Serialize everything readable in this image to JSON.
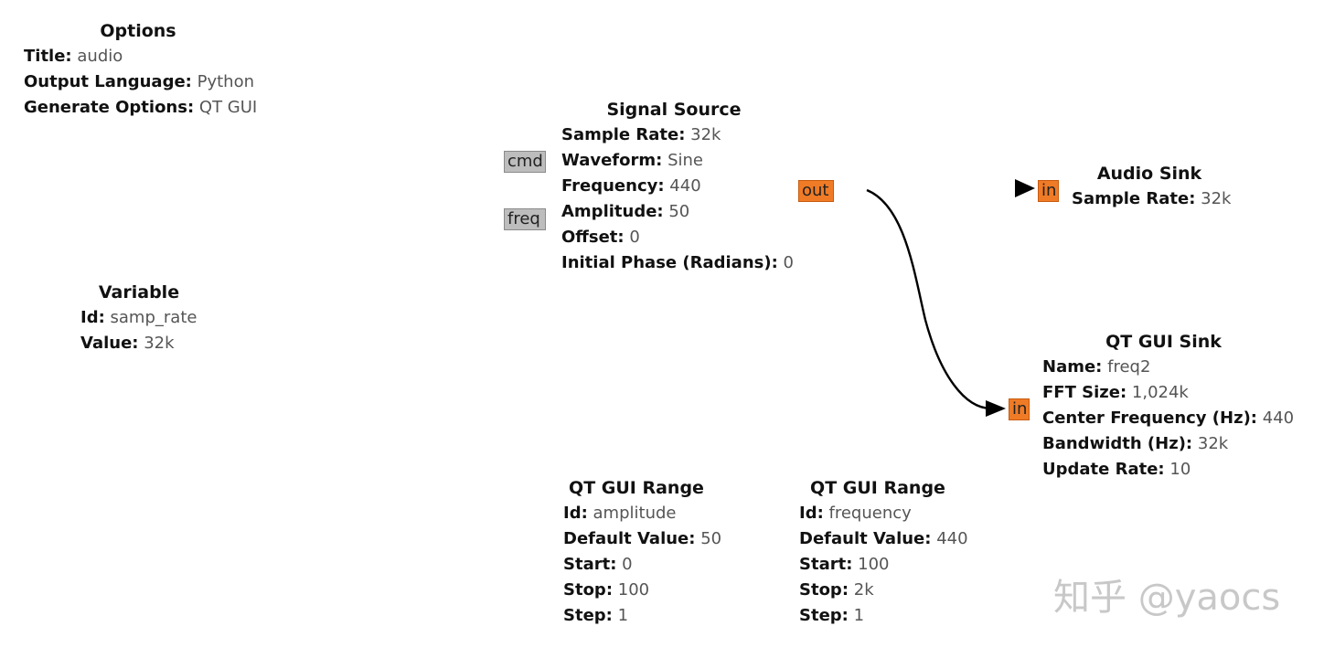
{
  "blocks": {
    "options": {
      "title": "Options",
      "props": [
        {
          "key": "Title:",
          "value": "audio"
        },
        {
          "key": "Output Language:",
          "value": "Python"
        },
        {
          "key": "Generate Options:",
          "value": "QT GUI"
        }
      ]
    },
    "variable": {
      "title": "Variable",
      "props": [
        {
          "key": "Id:",
          "value": "samp_rate"
        },
        {
          "key": "Value:",
          "value": "32k"
        }
      ]
    },
    "signal_source": {
      "title": "Signal Source",
      "props": [
        {
          "key": "Sample Rate:",
          "value": "32k"
        },
        {
          "key": "Waveform:",
          "value": "Sine"
        },
        {
          "key": "Frequency:",
          "value": "440"
        },
        {
          "key": "Amplitude:",
          "value": "50"
        },
        {
          "key": "Offset:",
          "value": "0"
        },
        {
          "key": "Initial Phase (Radians):",
          "value": "0"
        }
      ],
      "ports": {
        "cmd": "cmd",
        "freq": "freq",
        "out": "out"
      }
    },
    "audio_sink": {
      "title": "Audio Sink",
      "props": [
        {
          "key": "Sample Rate:",
          "value": "32k"
        }
      ],
      "ports": {
        "in": "in"
      }
    },
    "qt_gui_sink": {
      "title": "QT GUI Sink",
      "props": [
        {
          "key": "Name:",
          "value": "freq2"
        },
        {
          "key": "FFT Size:",
          "value": "1,024k"
        },
        {
          "key": "Center Frequency (Hz):",
          "value": "440"
        },
        {
          "key": "Bandwidth (Hz):",
          "value": "32k"
        },
        {
          "key": "Update Rate:",
          "value": "10"
        }
      ],
      "ports": {
        "in": "in"
      }
    },
    "range_amplitude": {
      "title": "QT GUI Range",
      "props": [
        {
          "key": "Id:",
          "value": "amplitude"
        },
        {
          "key": "Default Value:",
          "value": "50"
        },
        {
          "key": "Start:",
          "value": "0"
        },
        {
          "key": "Stop:",
          "value": "100"
        },
        {
          "key": "Step:",
          "value": "1"
        }
      ]
    },
    "range_frequency": {
      "title": "QT GUI Range",
      "props": [
        {
          "key": "Id:",
          "value": "frequency"
        },
        {
          "key": "Default Value:",
          "value": "440"
        },
        {
          "key": "Start:",
          "value": "100"
        },
        {
          "key": "Stop:",
          "value": "2k"
        },
        {
          "key": "Step:",
          "value": "1"
        }
      ]
    }
  },
  "watermark": "知乎 @yaocs",
  "colors": {
    "stream_port": "#f07b26",
    "message_port": "#bdbdbd",
    "connection": "#000000"
  }
}
